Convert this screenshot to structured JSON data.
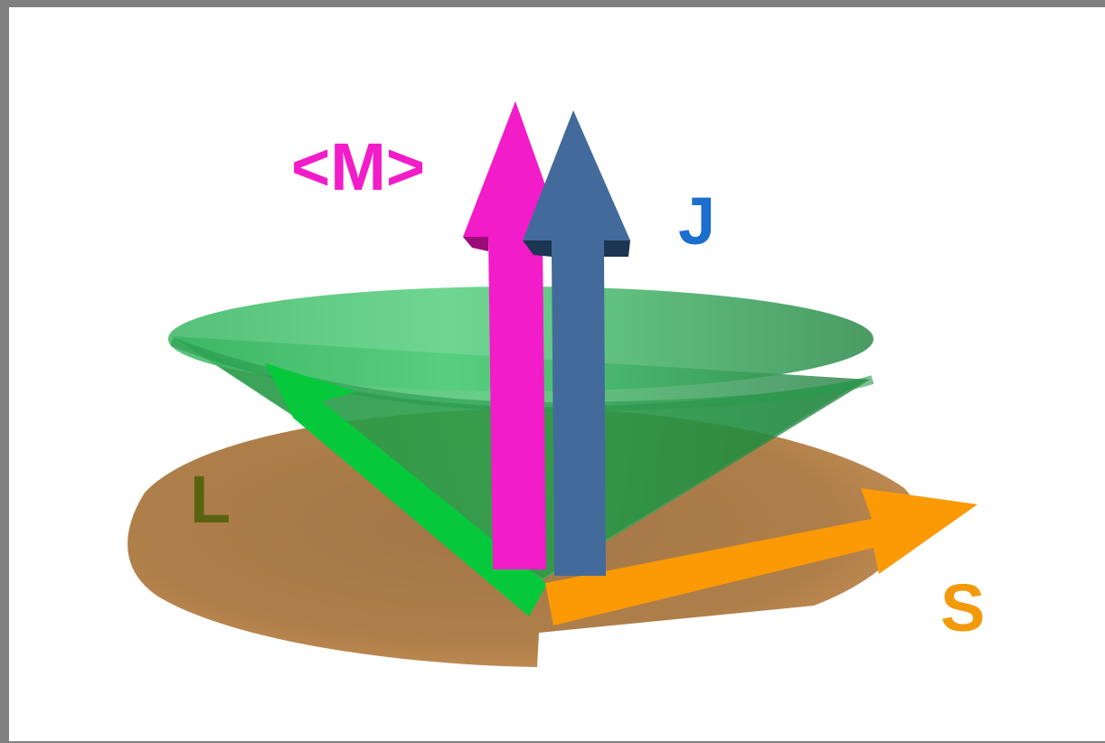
{
  "labels": {
    "moment": "<M>",
    "total": "J",
    "orbital": "L",
    "spin": "S"
  },
  "colors": {
    "frame": "#808080",
    "moment_arrow": "#f21cc8",
    "total_arrow": "#426b9b",
    "orbital_arrow": "#05c93b",
    "spin_arrow": "#fb9a04",
    "cone": "#34b25a",
    "disc": "#b66f28",
    "label_moment": "#f21cc8",
    "label_total": "#1a6fcf",
    "label_orbital": "#5a6410",
    "label_spin": "#f39a0b"
  }
}
